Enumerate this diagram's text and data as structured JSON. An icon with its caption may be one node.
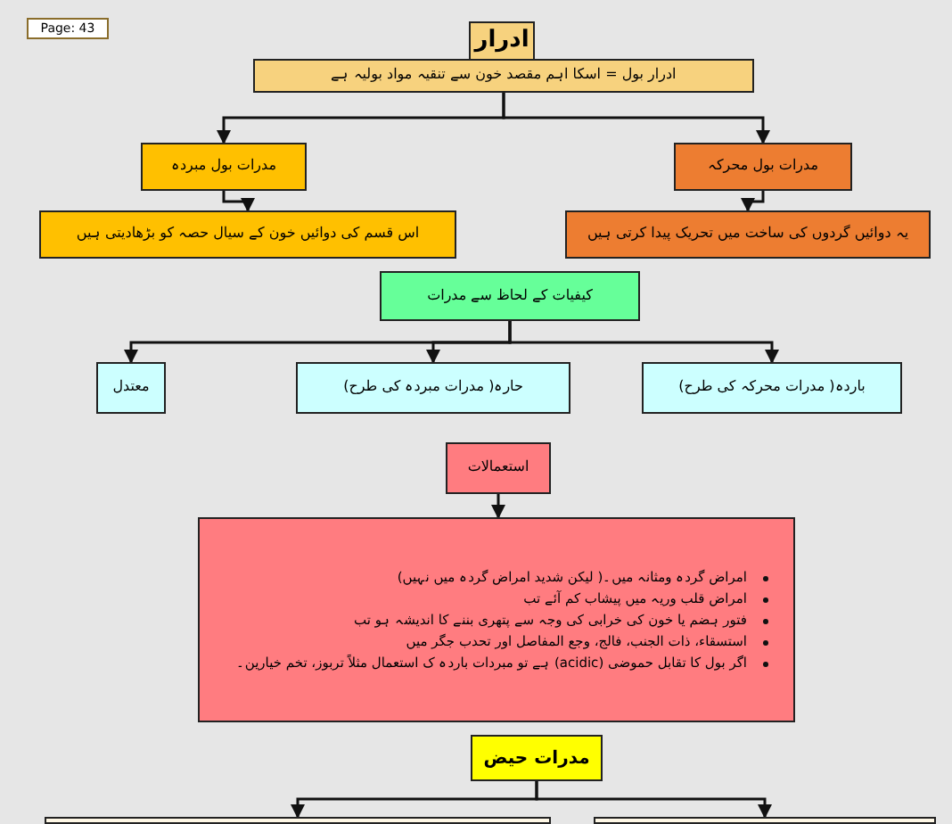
{
  "diagram": {
    "nodes": [
      {
        "text": [
          "ادرار"
        ]
      },
      {
        "text": [
          "ادرار بول = اسکا اہم مقصد خون سے تنقیہ مواد بولیہ ہے"
        ]
      },
      {
        "text": [
          "مدرات بول محرکہ"
        ]
      },
      {
        "text": [
          "مدرات بول مبردہ"
        ]
      },
      {
        "text": [
          "یہ دوائیں گردوں کی ساخت میں تحریک پیدا کرتی ہیں"
        ]
      },
      {
        "text": [
          "اس قسم کی دوائیں خون کے سیال حصہ کو بڑھادیتی ہیں"
        ]
      },
      {
        "text": [
          "کیفیات کے لحاظ سے مدرات"
        ]
      },
      {
        "text": [
          "باردہ( مدرات محرکہ کی طرح)"
        ]
      },
      {
        "text": [
          "حارہ( مدرات مبردہ کی طرح)"
        ]
      },
      {
        "text": [
          "معتدل"
        ]
      },
      {
        "text": [
          "استعمالات"
        ]
      },
      {
        "text": [
          "امراض گردہ ومثانہ میں۔( لیکن شدید امراض گردہ میں نہیں)",
          "امراض قلب وریہ میں پیشاب کم آئے تب",
          "فتور ہضم یا خون کی خرابی کی وجہ سے پتھری بننے کا اندیشہ ہو تب",
          "استسقاء، ذات الجنب، فالج، وجع المفاصل اور تحدب جگر میں",
          "اگر بول کا تقابل حموضی (acidic) ہے تو مبردات باردہ ک استعمال مثلاً تربوز، تخم خیارین۔"
        ]
      },
      {
        "text": [
          "مدرات حیض"
        ]
      },
      {
        "text": [],
        "shape": "box"
      },
      {
        "text": [],
        "shape": "box"
      }
    ],
    "edges": [
      {
        "from": 1,
        "to": 3,
        "arrow": "to"
      },
      {
        "from": 1,
        "to": 2,
        "arrow": "to"
      },
      {
        "from": 3,
        "to": 5,
        "arrow": "to"
      },
      {
        "from": 2,
        "to": 4,
        "arrow": "to"
      },
      {
        "from": 6,
        "to": 9,
        "arrow": "to"
      },
      {
        "from": 6,
        "to": 8,
        "arrow": "to"
      },
      {
        "from": 6,
        "to": 7,
        "arrow": "to"
      },
      {
        "from": 10,
        "to": 11,
        "arrow": "to"
      },
      {
        "from": 12,
        "to": 13,
        "arrow": "to"
      },
      {
        "from": 12,
        "to": 14,
        "arrow": "to"
      }
    ],
    "labels": [
      "Page: 43"
    ]
  }
}
